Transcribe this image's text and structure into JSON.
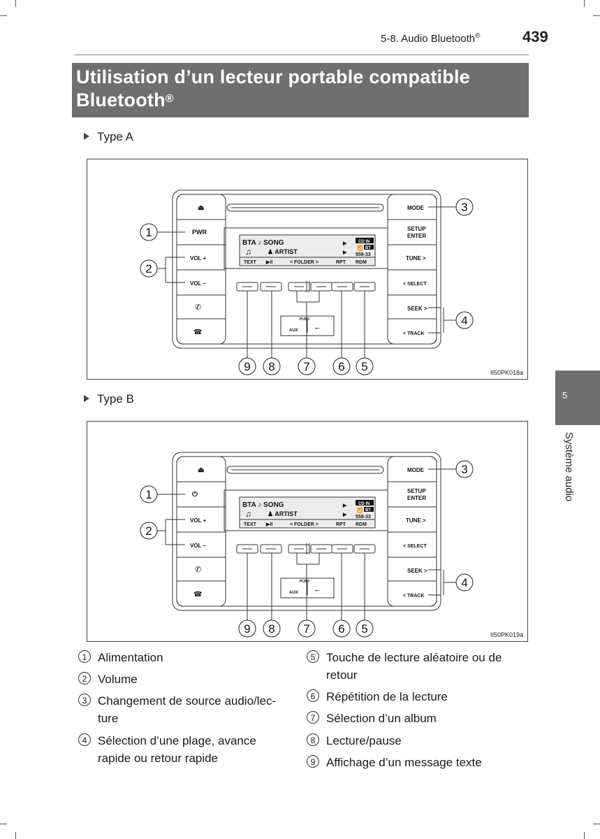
{
  "header": {
    "section": "5-8. Audio Bluetooth",
    "section_sup": "®",
    "page_number": "439"
  },
  "title": {
    "line1": "Utilisation d’un lecteur portable compatible",
    "line2": "Bluetooth",
    "sup": "®"
  },
  "side_tab": {
    "number": "5",
    "label": "Système audio"
  },
  "types": [
    {
      "label": "Type A",
      "figure_code": "II50PK018a",
      "power_label": "PWR"
    },
    {
      "label": "Type B",
      "figure_code": "II50PK019a",
      "power_label": "⏻"
    }
  ],
  "unit": {
    "vol_plus": "VOL",
    "vol_minus": "VOL",
    "mode": "MODE",
    "setup": "SETUP",
    "enter": "ENTER",
    "tune": "TUNE",
    "select": "SELECT",
    "seek": "SEEK",
    "track": "TRACK",
    "push": "PUSH",
    "aux": "AUX",
    "display_line1": "BTA ♪ SONG",
    "display_line2": "ARTIST",
    "display_cd": "CD IN",
    "display_bt": "BT",
    "display_time": "558-33",
    "softkeys": [
      "TEXT",
      "▶II",
      "< FOLDER >",
      "RPT",
      "RDM"
    ]
  },
  "callouts": [
    "1",
    "2",
    "3",
    "4",
    "5",
    "6",
    "7",
    "8",
    "9"
  ],
  "legend_left": [
    {
      "num": "1",
      "lines": [
        "Alimentation"
      ]
    },
    {
      "num": "2",
      "lines": [
        "Volume"
      ]
    },
    {
      "num": "3",
      "lines": [
        "Changement de source audio/lec-",
        "ture"
      ]
    },
    {
      "num": "4",
      "lines": [
        "Sélection  d’une  plage,  avance",
        "rapide ou retour rapide"
      ]
    }
  ],
  "legend_right": [
    {
      "num": "5",
      "lines": [
        "Touche de lecture aléatoire ou de",
        "retour"
      ]
    },
    {
      "num": "6",
      "lines": [
        "Répétition de la lecture"
      ]
    },
    {
      "num": "7",
      "lines": [
        "Sélection d’un album"
      ]
    },
    {
      "num": "8",
      "lines": [
        "Lecture/pause"
      ]
    },
    {
      "num": "9",
      "lines": [
        "Affichage d’un message texte"
      ]
    }
  ]
}
